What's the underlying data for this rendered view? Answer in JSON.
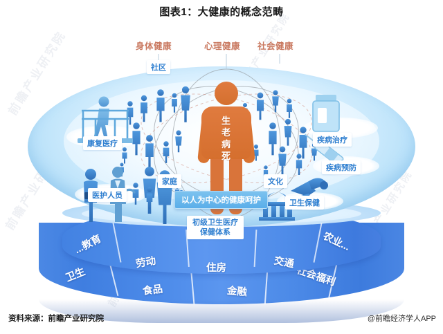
{
  "title": "图表1：大健康的概念范畴",
  "watermark": "前瞻产业研究院",
  "colors": {
    "accent_red": "#c9785f",
    "chip_blue": "#2f7fd0",
    "cylinder_blue": "#4a86e3",
    "person_orange": "#d9743a",
    "disc_blue": "#9ad1f5"
  },
  "headers": [
    {
      "label": "身体健康",
      "name": "physical-health"
    },
    {
      "label": "心理健康",
      "name": "mental-health"
    },
    {
      "label": "社会健康",
      "name": "social-health"
    }
  ],
  "center": {
    "person_text": "生老病死",
    "core_label": "以人为中心的健康呵护",
    "system_label_line1": "初级卫生医疗",
    "system_label_line2": "保健体系"
  },
  "domain_chips": [
    {
      "label": "社区",
      "name": "community"
    },
    {
      "label": "家庭",
      "name": "family"
    },
    {
      "label": "文化",
      "name": "culture"
    }
  ],
  "service_chips": [
    {
      "label": "康复医疗",
      "name": "rehabilitation-medicine"
    },
    {
      "label": "医护人员",
      "name": "medical-staff"
    },
    {
      "label": "疾病治疗",
      "name": "disease-treatment"
    },
    {
      "label": "疾病预防",
      "name": "disease-prevention"
    },
    {
      "label": "卫生保健",
      "name": "health-care"
    }
  ],
  "cylinder": {
    "upper_band": [
      {
        "label": "...教育",
        "name": "education"
      },
      {
        "label": "劳动",
        "name": "labour"
      },
      {
        "label": "住房",
        "name": "housing"
      },
      {
        "label": "交通",
        "name": "transport"
      },
      {
        "label": "农业...",
        "name": "agriculture"
      }
    ],
    "lower_band": [
      {
        "label": "卫生",
        "name": "sanitation"
      },
      {
        "label": "食品",
        "name": "food"
      },
      {
        "label": "金融",
        "name": "finance"
      },
      {
        "label": "社会福利",
        "name": "social-welfare"
      }
    ]
  },
  "footer": {
    "source": "资料来源：前瞻产业研究院",
    "attribution": "@前瞻经济学人APP"
  }
}
